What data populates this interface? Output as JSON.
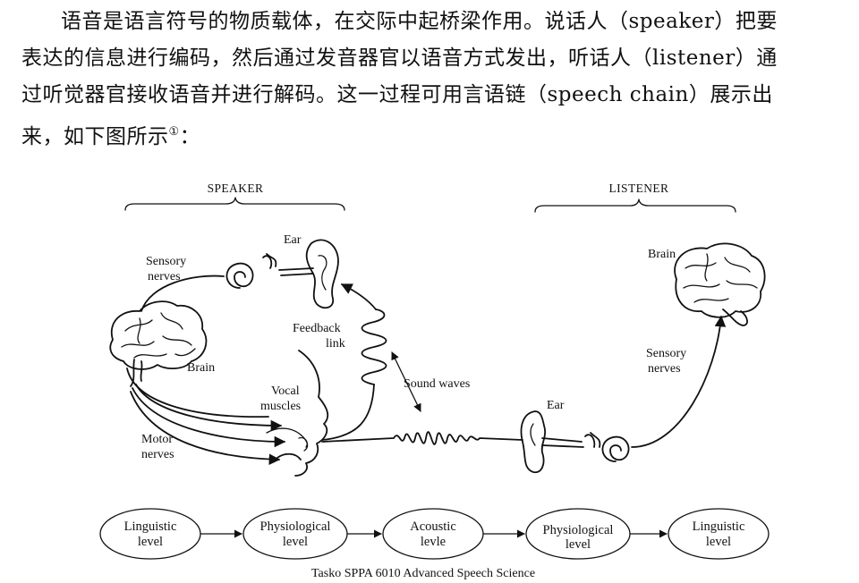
{
  "paragraph": {
    "line1": "语音是语言符号的物质载体，在交际中起桥梁作用。说话人（speaker）把要",
    "line2": "表达的信息进行编码，然后通过发音器官以语音方式发出，听话人（listener）通",
    "line3": "过听觉器官接收语音并进行解码。这一过程可用言语链（speech chain）展示出",
    "line4": "来，如下图所示",
    "footnote_mark": "①",
    "line4_end": "："
  },
  "diagram": {
    "speaker_header": "SPEAKER",
    "listener_header": "LISTENER",
    "speaker": {
      "ear": "Ear",
      "sensory_nerves_1": "Sensory",
      "sensory_nerves_2": "nerves",
      "brain": "Brain",
      "feedback_1": "Feedback",
      "feedback_2": "link",
      "vocal_1": "Vocal",
      "vocal_2": "muscles",
      "motor_1": "Motor",
      "motor_2": "nerves"
    },
    "sound_waves": "Sound waves",
    "listener": {
      "brain": "Brain",
      "sensory_nerves_1": "Sensory",
      "sensory_nerves_2": "nerves",
      "ear": "Ear"
    },
    "levels": [
      {
        "line1": "Linguistic",
        "line2": "level"
      },
      {
        "line1": "Physiological",
        "line2": "level"
      },
      {
        "line1": "Acoustic",
        "line2": "levle"
      },
      {
        "line1": "Physiological",
        "line2": "level"
      },
      {
        "line1": "Linguistic",
        "line2": "level"
      }
    ]
  },
  "footer": "Tasko SPPA 6010 Advanced Speech Science"
}
